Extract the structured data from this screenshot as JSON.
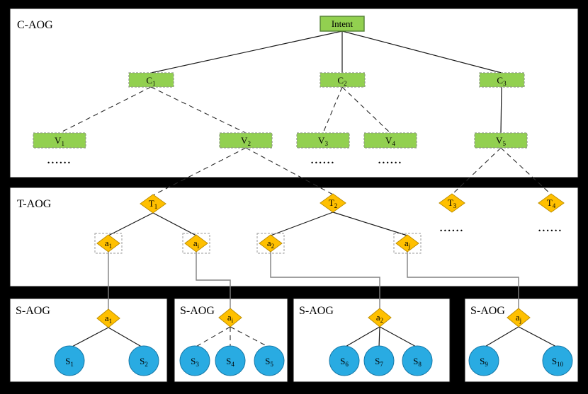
{
  "panels": {
    "c_aog": {
      "label": "C-AOG"
    },
    "t_aog": {
      "label": "T-AOG"
    },
    "s_aog_1": {
      "label": "S-AOG"
    },
    "s_aog_2": {
      "label": "S-AOG"
    },
    "s_aog_3": {
      "label": "S-AOG"
    },
    "s_aog_4": {
      "label": "S-AOG"
    }
  },
  "nodes": {
    "intent": {
      "label": "Intent"
    },
    "c1": {
      "base": "C",
      "sub": "1"
    },
    "c2": {
      "base": "C",
      "sub": "2"
    },
    "c3": {
      "base": "C",
      "sub": "3"
    },
    "v1": {
      "base": "V",
      "sub": "1"
    },
    "v2": {
      "base": "V",
      "sub": "2"
    },
    "v3": {
      "base": "V",
      "sub": "3"
    },
    "v4": {
      "base": "V",
      "sub": "4"
    },
    "v5": {
      "base": "V",
      "sub": "5"
    },
    "t1": {
      "base": "T",
      "sub": "1"
    },
    "t2": {
      "base": "T",
      "sub": "2"
    },
    "t3": {
      "base": "T",
      "sub": "3"
    },
    "t4": {
      "base": "T",
      "sub": "4"
    },
    "a1_taog": {
      "base": "a",
      "sub": "1"
    },
    "ai_taog": {
      "base": "a",
      "sub": "i"
    },
    "a2_taog": {
      "base": "a",
      "sub": "2"
    },
    "aj_taog": {
      "base": "a",
      "sub": "j"
    },
    "a1_saog": {
      "base": "a",
      "sub": "1"
    },
    "ai_saog": {
      "base": "a",
      "sub": "i"
    },
    "a2_saog": {
      "base": "a",
      "sub": "2"
    },
    "aj_saog": {
      "base": "a",
      "sub": "j"
    },
    "s1": {
      "base": "S",
      "sub": "1"
    },
    "s2": {
      "base": "S",
      "sub": "2"
    },
    "s3": {
      "base": "S",
      "sub": "3"
    },
    "s4": {
      "base": "S",
      "sub": "4"
    },
    "s5": {
      "base": "S",
      "sub": "5"
    },
    "s6": {
      "base": "S",
      "sub": "6"
    },
    "s7": {
      "base": "S",
      "sub": "7"
    },
    "s8": {
      "base": "S",
      "sub": "8"
    },
    "s9": {
      "base": "S",
      "sub": "9"
    },
    "s10": {
      "base": "S",
      "sub": "10"
    }
  },
  "ellipsis": "......",
  "colors": {
    "background": "#000000",
    "panel_bg": "#ffffff",
    "concept_green": "#92d050",
    "green_border": "#538135",
    "terminal_orange": "#ffc000",
    "orange_border": "#bf8f00",
    "state_blue": "#29abe2",
    "blue_border": "#1779a8",
    "drop_line_gray": "#808080"
  }
}
